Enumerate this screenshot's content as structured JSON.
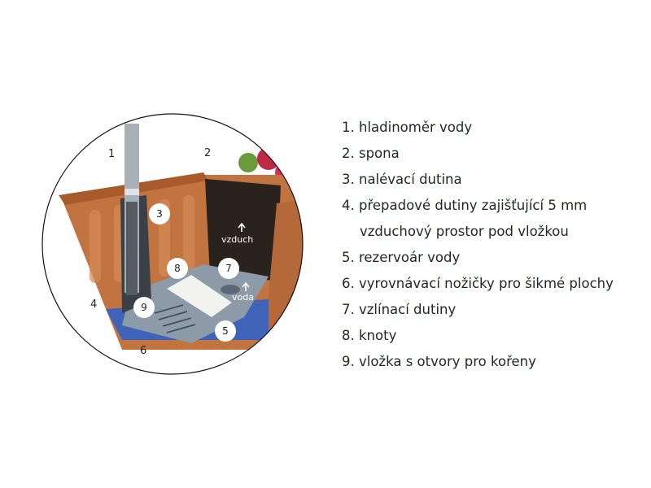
{
  "diagram": {
    "markers": [
      "1",
      "2",
      "3",
      "4",
      "5",
      "6",
      "7",
      "8",
      "9"
    ],
    "annotations": {
      "air": "vzduch",
      "water": "voda"
    },
    "colors": {
      "pot": "#c27440",
      "soil": "#2a221c",
      "water": "#3f63b8",
      "tray": "#8d9aa8",
      "outline": "#111111"
    }
  },
  "legend": {
    "items": [
      {
        "label": "1. hladinoměr vody"
      },
      {
        "label": "2. spona"
      },
      {
        "label": "3. nalévací dutina"
      },
      {
        "label": "4. přepadové dutiny zajišťující 5 mm",
        "continuation": "vzduchový prostor pod vložkou"
      },
      {
        "label": "5. rezervoár vody"
      },
      {
        "label": "6. vyrovnávací nožičky pro šikmé plochy"
      },
      {
        "label": "7. vzlínací dutiny"
      },
      {
        "label": "8. knoty"
      },
      {
        "label": "9. vložka s otvory pro kořeny"
      }
    ]
  }
}
